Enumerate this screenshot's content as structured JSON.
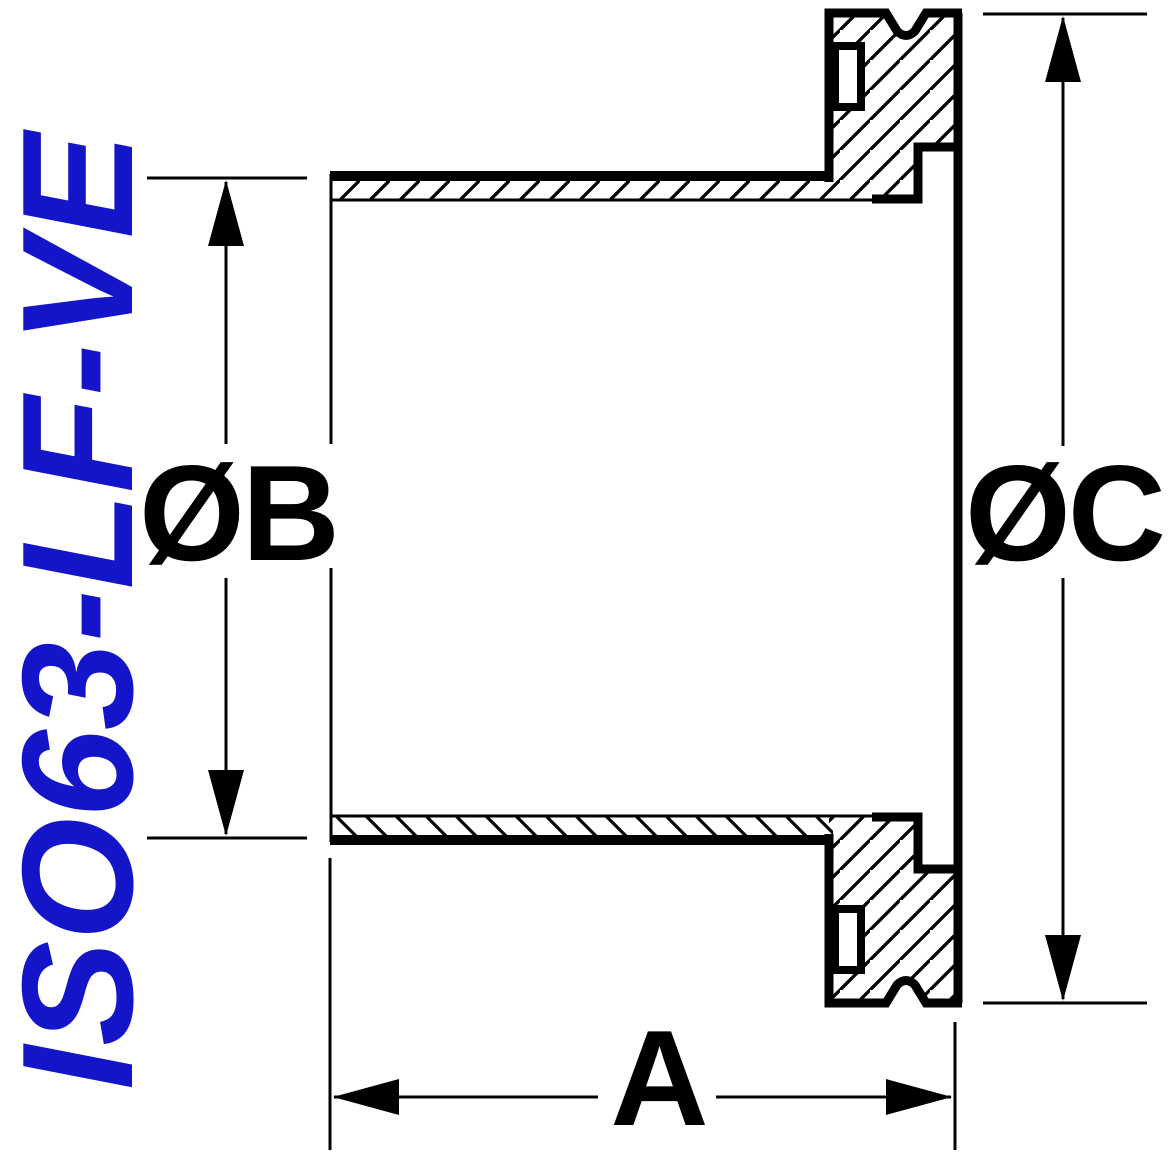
{
  "product_label": {
    "text": "ISO63-LF-VE",
    "color": "#1414C8"
  },
  "dimension_labels": {
    "bore_diameter": "ØB",
    "flange_outer_diameter": "ØC",
    "overall_length": "A"
  },
  "colors": {
    "line": "#000000",
    "background": "#FFFFFF",
    "label_blue": "#1414C8"
  }
}
